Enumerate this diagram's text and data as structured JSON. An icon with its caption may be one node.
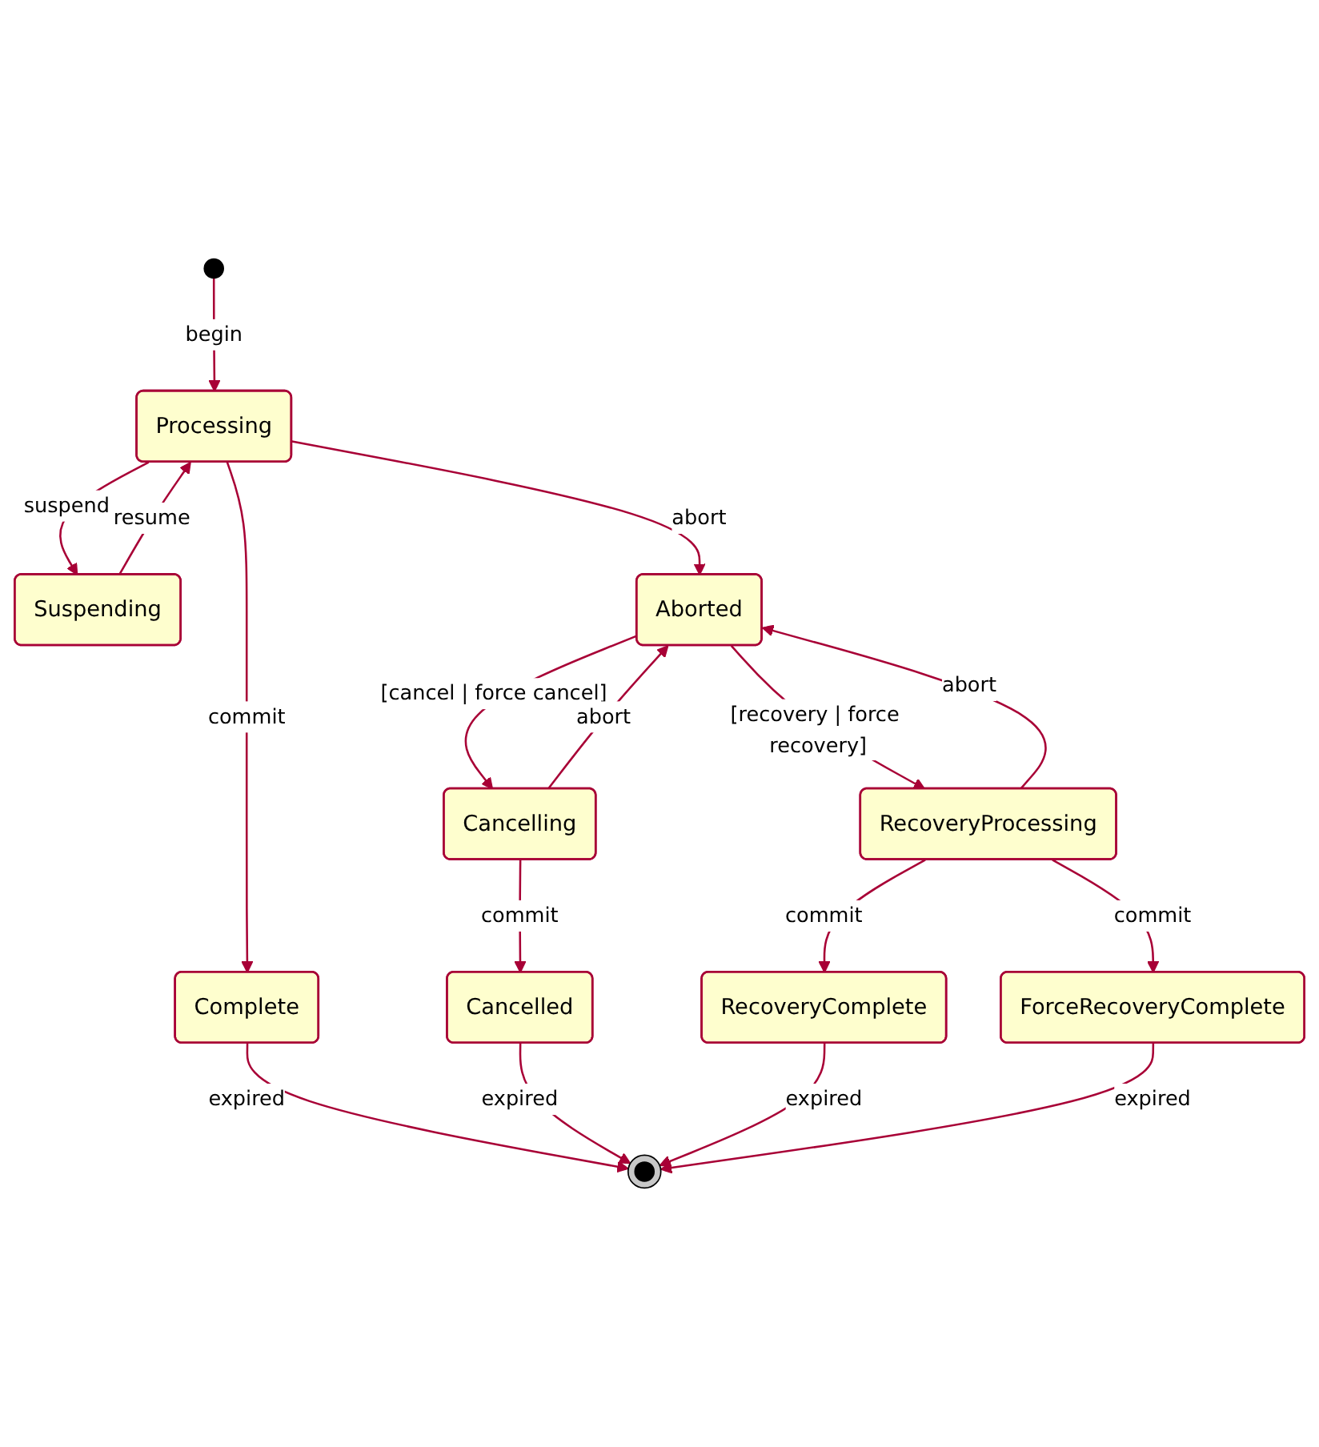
{
  "diagram": {
    "nodes": [
      {
        "text": [],
        "shape": "circle"
      },
      {
        "text": [
          "Processing"
        ]
      },
      {
        "text": [
          "Suspending"
        ]
      },
      {
        "text": [
          "Aborted"
        ]
      },
      {
        "text": [
          "Complete"
        ]
      },
      {
        "text": [
          "Cancelling"
        ]
      },
      {
        "text": [
          "RecoveryProcessing"
        ]
      },
      {
        "text": [
          "Cancelled"
        ]
      },
      {
        "text": [
          "RecoveryComplete"
        ]
      },
      {
        "text": [
          "ForceRecoveryComplete"
        ]
      },
      {
        "text": [],
        "shape": "circle"
      }
    ],
    "edges": [
      {
        "from": 0,
        "to": 1,
        "arrow": "to",
        "label": "begin"
      },
      {
        "from": 1,
        "to": 4,
        "arrow": "to",
        "label": "commit"
      },
      {
        "from": 1,
        "to": 2,
        "arrow": "to",
        "label": "suspend"
      },
      {
        "from": 2,
        "to": 1,
        "arrow": "to",
        "label": "resume"
      },
      {
        "from": 1,
        "to": 3,
        "arrow": "to",
        "label": "abort"
      },
      {
        "from": 3,
        "to": 5,
        "arrow": "to",
        "label": "[cancel | force cancel]"
      },
      {
        "from": 5,
        "to": 3,
        "arrow": "to",
        "label": "abort"
      },
      {
        "from": 3,
        "to": 6,
        "arrow": "to",
        "label": "[recovery | force recovery]"
      },
      {
        "from": 6,
        "to": 3,
        "arrow": "to",
        "label": "abort"
      },
      {
        "from": 4,
        "to": 10,
        "arrow": "to",
        "label": "expired"
      },
      {
        "from": 5,
        "to": 7,
        "arrow": "to",
        "label": "commit"
      },
      {
        "from": 6,
        "to": 8,
        "arrow": "to",
        "label": "commit"
      },
      {
        "from": 6,
        "to": 9,
        "arrow": "to",
        "label": "commit"
      },
      {
        "from": 7,
        "to": 10,
        "arrow": "to",
        "label": "expired"
      },
      {
        "from": 8,
        "to": 10,
        "arrow": "to",
        "label": "expired"
      },
      {
        "from": 9,
        "to": 10,
        "arrow": "to",
        "label": "expired"
      }
    ]
  }
}
